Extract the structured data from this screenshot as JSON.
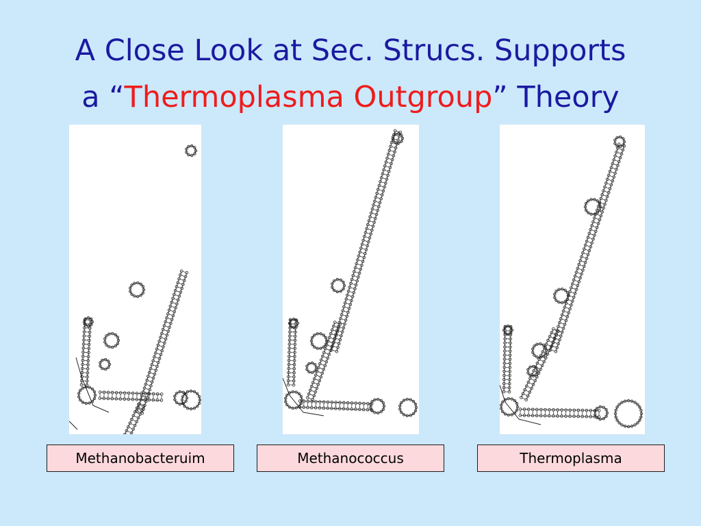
{
  "title": {
    "line1": "A Close Look at Sec. Strucs. Supports",
    "line2_prefix": "a “",
    "line2_highlight": "Thermoplasma Outgroup",
    "line2_suffix": "” Theory"
  },
  "colors": {
    "background": "#cce8fb",
    "title": "#1a1aa0",
    "highlight": "#ee1c1c",
    "label_fill": "#fcd9dc",
    "structure_ink": "#222222"
  },
  "panels": [
    {
      "label": "Methanobacteruim"
    },
    {
      "label": "Methanococcus"
    },
    {
      "label": "Thermoplasma"
    }
  ]
}
